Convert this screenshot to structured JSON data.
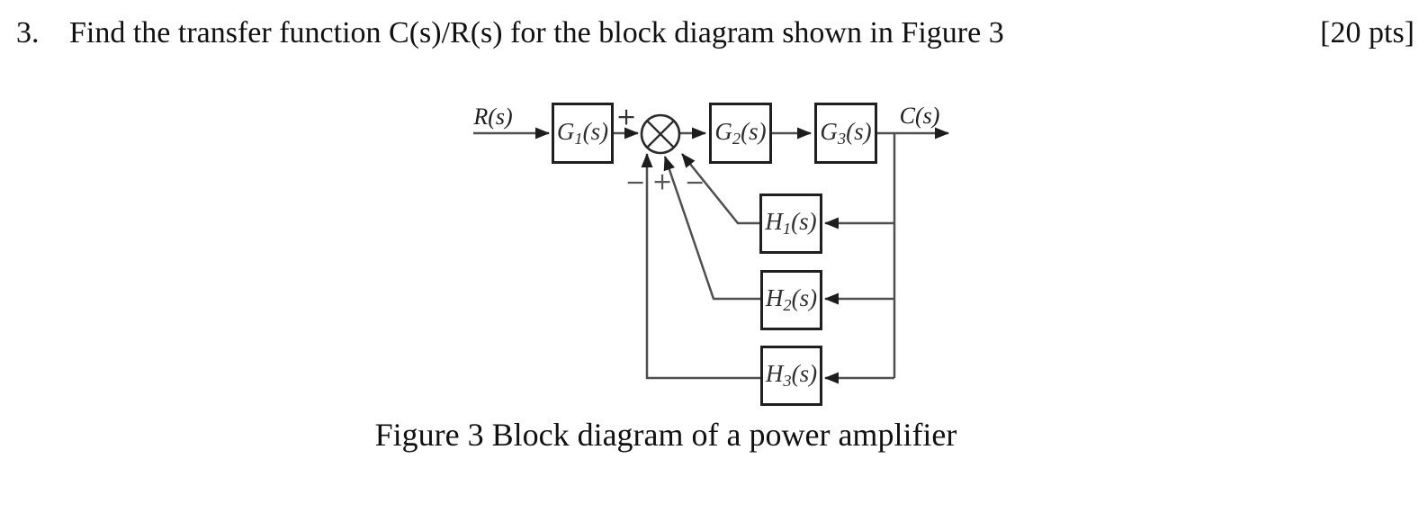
{
  "question": {
    "number": "3.",
    "text": "Find the transfer function C(s)/R(s) for the block diagram shown in Figure 3",
    "points": "[20 pts]"
  },
  "diagram": {
    "input_label": "R(s)",
    "output_label": "C(s)",
    "summing_junction": {
      "top_sign": "+",
      "bottom_signs": [
        "−",
        "+",
        "−"
      ]
    },
    "blocks": {
      "g1": {
        "base": "G",
        "sub": "1",
        "arg": "(s)"
      },
      "g2": {
        "base": "G",
        "sub": "2",
        "arg": "(s)"
      },
      "g3": {
        "base": "G",
        "sub": "3",
        "arg": "(s)"
      },
      "h1": {
        "base": "H",
        "sub": "1",
        "arg": "(s)"
      },
      "h2": {
        "base": "H",
        "sub": "2",
        "arg": "(s)"
      },
      "h3": {
        "base": "H",
        "sub": "3",
        "arg": "(s)"
      }
    },
    "colors": {
      "wire": "#4f4f4f",
      "box_border": "#1f1f1f",
      "arrowhead": "#1d1d1d",
      "junction_stroke": "#2a2a2a",
      "text": "#111111"
    }
  },
  "caption": "Figure 3 Block diagram of a power amplifier"
}
